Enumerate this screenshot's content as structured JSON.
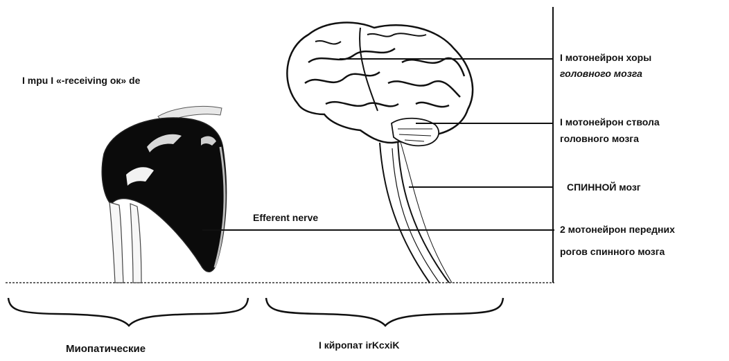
{
  "colors": {
    "ink": "#111111",
    "muscle": "#0b0b0b",
    "background": "#ffffff"
  },
  "labels": {
    "top_left": "I mpu I «-receiving ок» de",
    "efferent": "Efferent nerve",
    "bottom_left": "Миопатические",
    "bottom_right": "I кйропат irKcxiK"
  },
  "right_labels": [
    {
      "line1": "I мотонейрон хоры",
      "line2": "головного мозга"
    },
    {
      "line1": "I мотонейрон ствола",
      "line2": "головного мозга"
    },
    {
      "line1": "СПИННОЙ мозг",
      "line2": ""
    },
    {
      "line1": "2 мотонейрон передних",
      "line2": "рогов спинного мозга"
    }
  ],
  "icons": [
    "muscle-illustration",
    "brain-illustration",
    "spinal-cord-illustration",
    "brace-icon"
  ]
}
